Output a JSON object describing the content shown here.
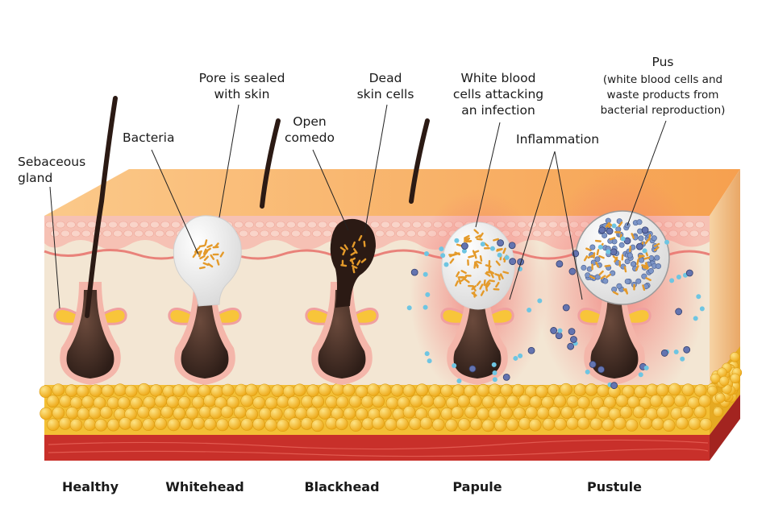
{
  "labels": {
    "sebaceous": [
      "Sebaceous",
      "gland"
    ],
    "bacteria": "Bacteria",
    "pore_sealed": [
      "Pore is sealed",
      "with skin"
    ],
    "open_comedo": [
      "Open",
      "comedo"
    ],
    "dead_skin": [
      "Dead",
      "skin cells"
    ],
    "white_blood": [
      "White blood",
      "cells attacking",
      "an infection"
    ],
    "inflammation": "Inflammation",
    "pus_title": "Pus",
    "pus_detail": [
      "(white blood cells and",
      "waste products from",
      "bacterial reproduction)"
    ]
  },
  "stages": [
    "Healthy",
    "Whitehead",
    "Blackhead",
    "Papule",
    "Pustule"
  ],
  "colors": {
    "skin_top": "#f7a65a",
    "skin_top_light": "#fbc98a",
    "epidermis": "#f6c1b4",
    "dermis": "#f3e6d3",
    "fat": "#f6c33a",
    "muscle": "#c8302a",
    "follicle": "#3e2a22",
    "whitehead": "#f1f1f1",
    "pus_cell": "#7d96c8",
    "bacteria": "#e49a2a",
    "wbc": "#6ec5e2"
  }
}
